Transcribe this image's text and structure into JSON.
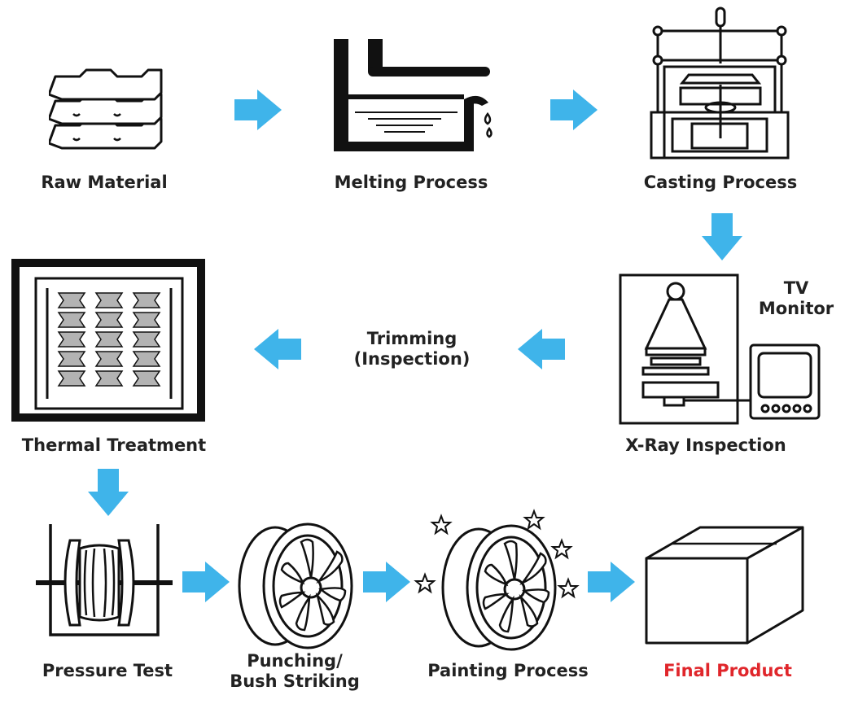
{
  "steps": {
    "raw_material": "Raw Material",
    "melting": "Melting Process",
    "casting": "Casting Process",
    "xray": "X-Ray Inspection",
    "tv_monitor_line1": "TV",
    "tv_monitor_line2": "Monitor",
    "trimming_line1": "Trimming",
    "trimming_line2": "(Inspection)",
    "thermal": "Thermal Treatment",
    "pressure": "Pressure Test",
    "punching_line1": "Punching/",
    "punching_line2": "Bush Striking",
    "painting": "Painting Process",
    "final": "Final Product"
  },
  "colors": {
    "arrow": "#3fb4ea",
    "line": "#111111",
    "final_label": "#e0262b",
    "shade": "#b3b3b3"
  },
  "icons": [
    "ingots-icon",
    "melting-furnace-icon",
    "casting-machine-icon",
    "xray-machine-icon",
    "tv-monitor-icon",
    "heat-treatment-furnace-icon",
    "pressure-test-icon",
    "wheel-icon",
    "painted-wheel-icon",
    "box-icon",
    "arrow-right-icon",
    "arrow-left-icon",
    "arrow-down-icon"
  ]
}
